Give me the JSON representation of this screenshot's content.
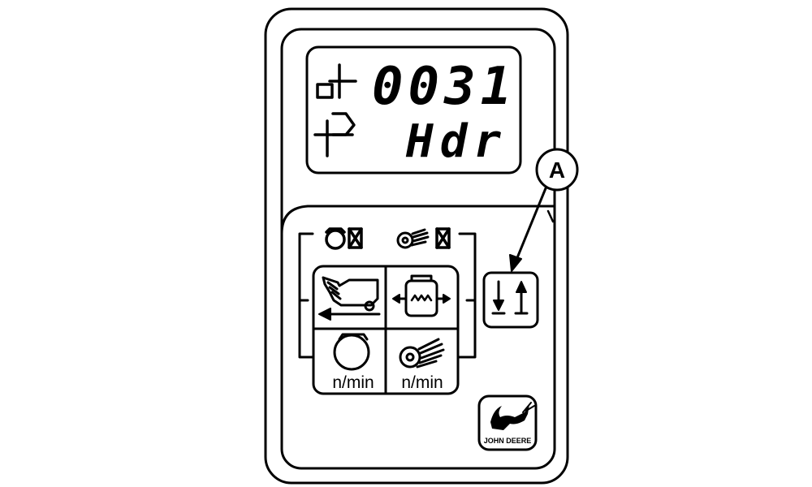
{
  "display": {
    "value": "0031",
    "mode": "Hdr"
  },
  "callout": {
    "label": "A"
  },
  "buttons": {
    "engine_speed_unit": "n/min",
    "rotor_speed_unit": "n/min"
  },
  "logo": {
    "text": "JOHN DEERE"
  },
  "colors": {
    "ink": "#000000",
    "paper": "#ffffff"
  },
  "icons": {
    "lcd_top_left": "hectare-counter-icon",
    "lcd_bottom_left": "header-hours-icon",
    "status_left": "engine-disabled-icon",
    "status_right": "rotor-disabled-icon",
    "button_top_left": "ground-speed-icon",
    "button_top_right": "cleaning-fan-icon",
    "button_bottom_left": "engine-rpm-icon",
    "button_bottom_right": "rotor-rpm-icon",
    "side_button": "down-up-arrows-icon"
  }
}
